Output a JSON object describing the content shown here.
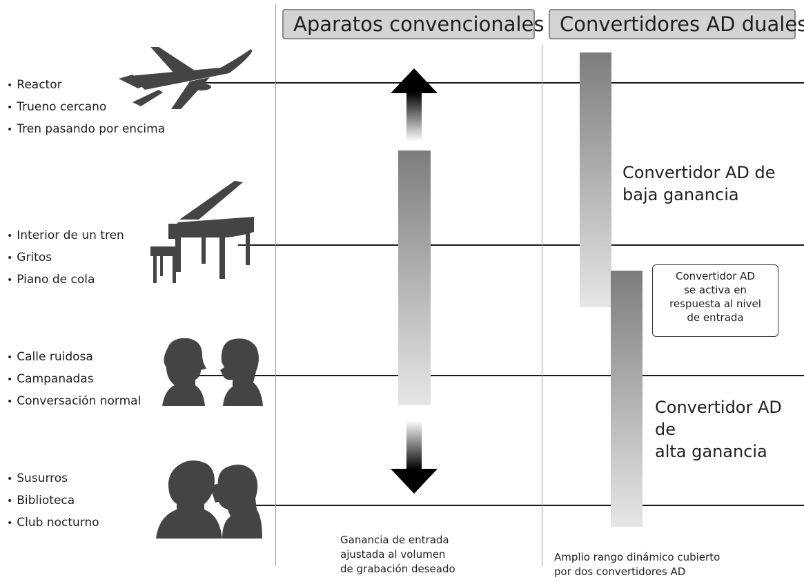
{
  "headers": {
    "conventional": "Aparatos convencionales",
    "dual": "Convertidores AD duales"
  },
  "levels": [
    {
      "icon": "airplane-icon",
      "items": [
        "Reactor",
        "Trueno cercano",
        "Tren pasando por encima"
      ]
    },
    {
      "icon": "grand-piano-icon",
      "items": [
        "Interior de un tren",
        "Gritos",
        "Piano de cola"
      ]
    },
    {
      "icon": "conversation-icon",
      "items": [
        "Calle ruidosa",
        "Campanadas",
        "Conversación normal"
      ]
    },
    {
      "icon": "whisper-icon",
      "items": [
        "Susurros",
        "Biblioteca",
        "Club nocturno"
      ]
    }
  ],
  "low_gain_label": "Convertidor AD de\nbaja ganancia",
  "high_gain_label": "Convertidor AD de\nalta ganancia",
  "note": "Convertidor AD\nse activa en\nrespuesta al nivel\nde entrada",
  "caption_conventional": "Ganancia de entrada\najustada al volumen\nde grabación deseado",
  "caption_dual": "Amplio rango dinámico cubierto\npor dos convertidores AD",
  "colors": {
    "line": "#1a1a1a",
    "header_fill": "#d3d3d3",
    "header_border": "#8a8a8a",
    "bar_dark": "#7d7d7d",
    "bar_light": "#e6e6e6"
  }
}
